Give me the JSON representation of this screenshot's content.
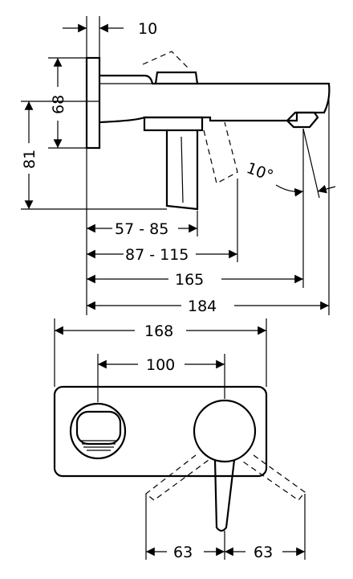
{
  "side_view": {
    "dims": {
      "wall_plate_thickness": "10",
      "spout_center_height": "68",
      "lever_drop": "81",
      "depth_range_1": "57 - 85",
      "depth_range_2": "87 - 115",
      "spout_reach": "165",
      "total_reach": "184",
      "aerator_angle": "10°"
    }
  },
  "front_view": {
    "dims": {
      "plate_width": "168",
      "hole_spacing": "100",
      "lever_swing_left": "63",
      "lever_swing_right": "63"
    }
  }
}
